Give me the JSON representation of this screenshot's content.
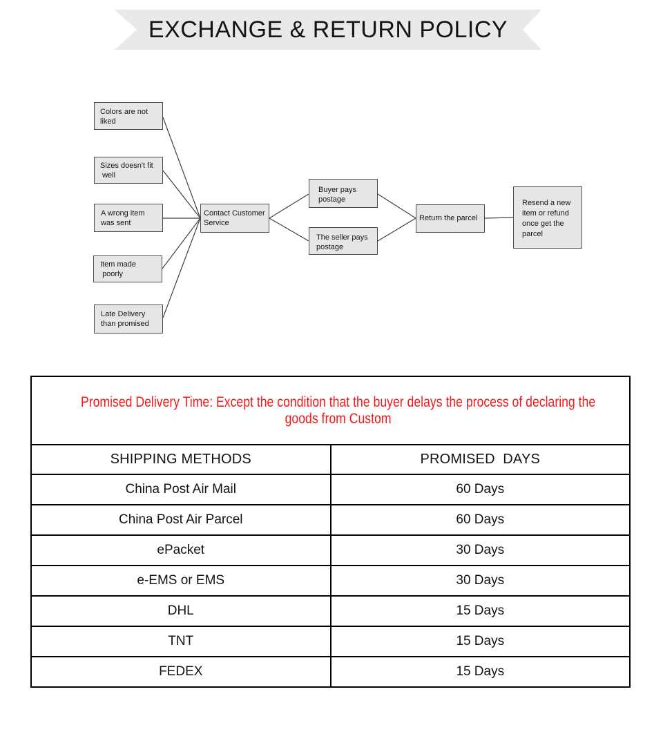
{
  "banner": {
    "title": "EXCHANGE & RETURN POLICY"
  },
  "flowchart": {
    "reasons": [
      "Colors are not\nliked",
      "Sizes doesn't fit\n well",
      "A wrong item\nwas sent",
      "Item made\n poorly",
      "Late Delivery\nthan promised"
    ],
    "contact": "Contact Customer\nService",
    "buyer_pays": "Buyer pays\npostage",
    "seller_pays": "The seller pays\npostage",
    "return_parcel": "Return the parcel",
    "resend": "Resend a new\nitem or refund\nonce get the\nparcel"
  },
  "table": {
    "note": "Promised Delivery Time: Except the condition that the buyer delays the process of declaring the\ngoods from Custom",
    "headers": [
      "SHIPPING METHODS",
      "PROMISED  DAYS"
    ],
    "rows": [
      [
        "China Post Air Mail",
        "60 Days"
      ],
      [
        "China Post Air Parcel",
        "60 Days"
      ],
      [
        "ePacket",
        "30 Days"
      ],
      [
        "e-EMS or EMS",
        "30 Days"
      ],
      [
        "DHL",
        "15 Days"
      ],
      [
        "TNT",
        "15 Days"
      ],
      [
        "FEDEX",
        "15 Days"
      ]
    ]
  },
  "colors": {
    "note_red": "#ee1b1b",
    "box_fill": "#e6e6e6",
    "box_border": "#4a4a4a",
    "ribbon_fill": "#e9e9e9",
    "table_border": "#000000"
  }
}
